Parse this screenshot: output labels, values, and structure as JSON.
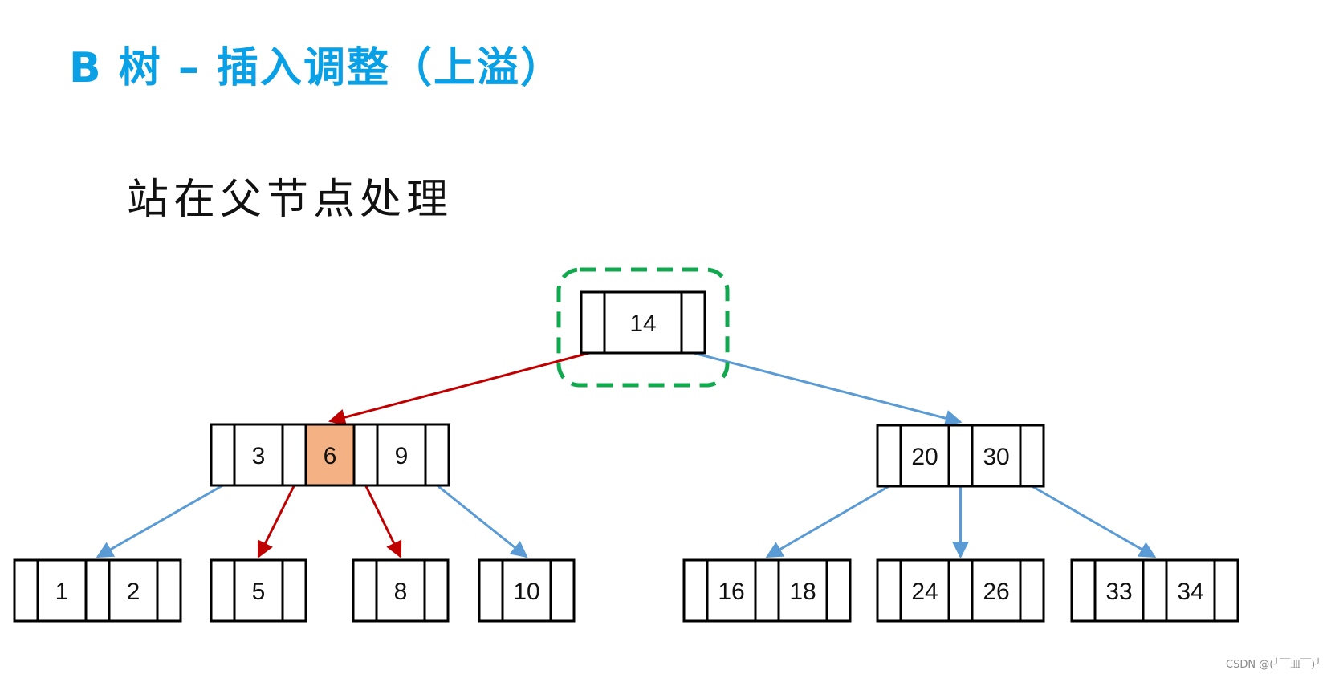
{
  "title": "B 树 – 插入调整（上溢）",
  "subtitle": "站在父节点处理",
  "watermark": "CSDN @(╯￣皿￣)╯",
  "colors": {
    "title": "#0aa0e6",
    "red_edge": "#c00000",
    "blue_edge": "#5b9bd5",
    "highlight_fill": "#f4b183",
    "focus_box": "#12a850"
  },
  "tree": {
    "nodes": [
      {
        "id": "root",
        "keys": [
          "14"
        ],
        "highlight_key": null,
        "focus": true
      },
      {
        "id": "left-mid",
        "keys": [
          "3",
          "6",
          "9"
        ],
        "highlight_key": "6"
      },
      {
        "id": "right-mid",
        "keys": [
          "20",
          "30"
        ],
        "highlight_key": null
      },
      {
        "id": "leaf-1-2",
        "keys": [
          "1",
          "2"
        ],
        "highlight_key": null
      },
      {
        "id": "leaf-5",
        "keys": [
          "5"
        ],
        "highlight_key": null
      },
      {
        "id": "leaf-8",
        "keys": [
          "8"
        ],
        "highlight_key": null
      },
      {
        "id": "leaf-10",
        "keys": [
          "10"
        ],
        "highlight_key": null
      },
      {
        "id": "leaf-16-18",
        "keys": [
          "16",
          "18"
        ],
        "highlight_key": null
      },
      {
        "id": "leaf-24-26",
        "keys": [
          "24",
          "26"
        ],
        "highlight_key": null
      },
      {
        "id": "leaf-33-34",
        "keys": [
          "33",
          "34"
        ],
        "highlight_key": null
      }
    ],
    "edges": [
      {
        "from": "root",
        "to": "left-mid",
        "color": "red"
      },
      {
        "from": "root",
        "to": "right-mid",
        "color": "blue"
      },
      {
        "from": "left-mid",
        "to": "leaf-1-2",
        "color": "blue"
      },
      {
        "from": "left-mid",
        "to": "leaf-5",
        "color": "red"
      },
      {
        "from": "left-mid",
        "to": "leaf-8",
        "color": "red"
      },
      {
        "from": "left-mid",
        "to": "leaf-10",
        "color": "blue"
      },
      {
        "from": "right-mid",
        "to": "leaf-16-18",
        "color": "blue"
      },
      {
        "from": "right-mid",
        "to": "leaf-24-26",
        "color": "blue"
      },
      {
        "from": "right-mid",
        "to": "leaf-33-34",
        "color": "blue"
      }
    ]
  }
}
